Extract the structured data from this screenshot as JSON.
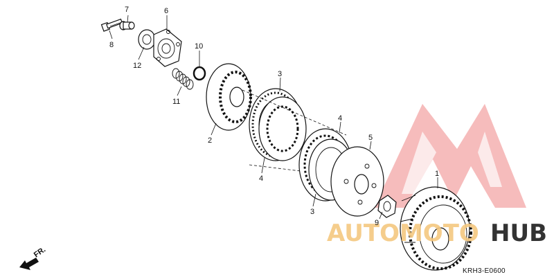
{
  "diagram": {
    "callouts": {
      "c1": "1",
      "c2": "2",
      "c3a": "3",
      "c3b": "3",
      "c4a": "4",
      "c4b": "4",
      "c5": "5",
      "c6": "6",
      "c7": "7",
      "c8": "8",
      "c9": "9",
      "c10": "10",
      "c11": "11",
      "c12": "12"
    },
    "front_indicator": "FR.",
    "diagram_code": "KRH3-E0600"
  },
  "watermark": {
    "word_left": "AUTOMOTO",
    "word_right": "HUB",
    "color_logo": "#f0a0a0",
    "color_left": "#f5c880",
    "color_right": "#333333"
  }
}
